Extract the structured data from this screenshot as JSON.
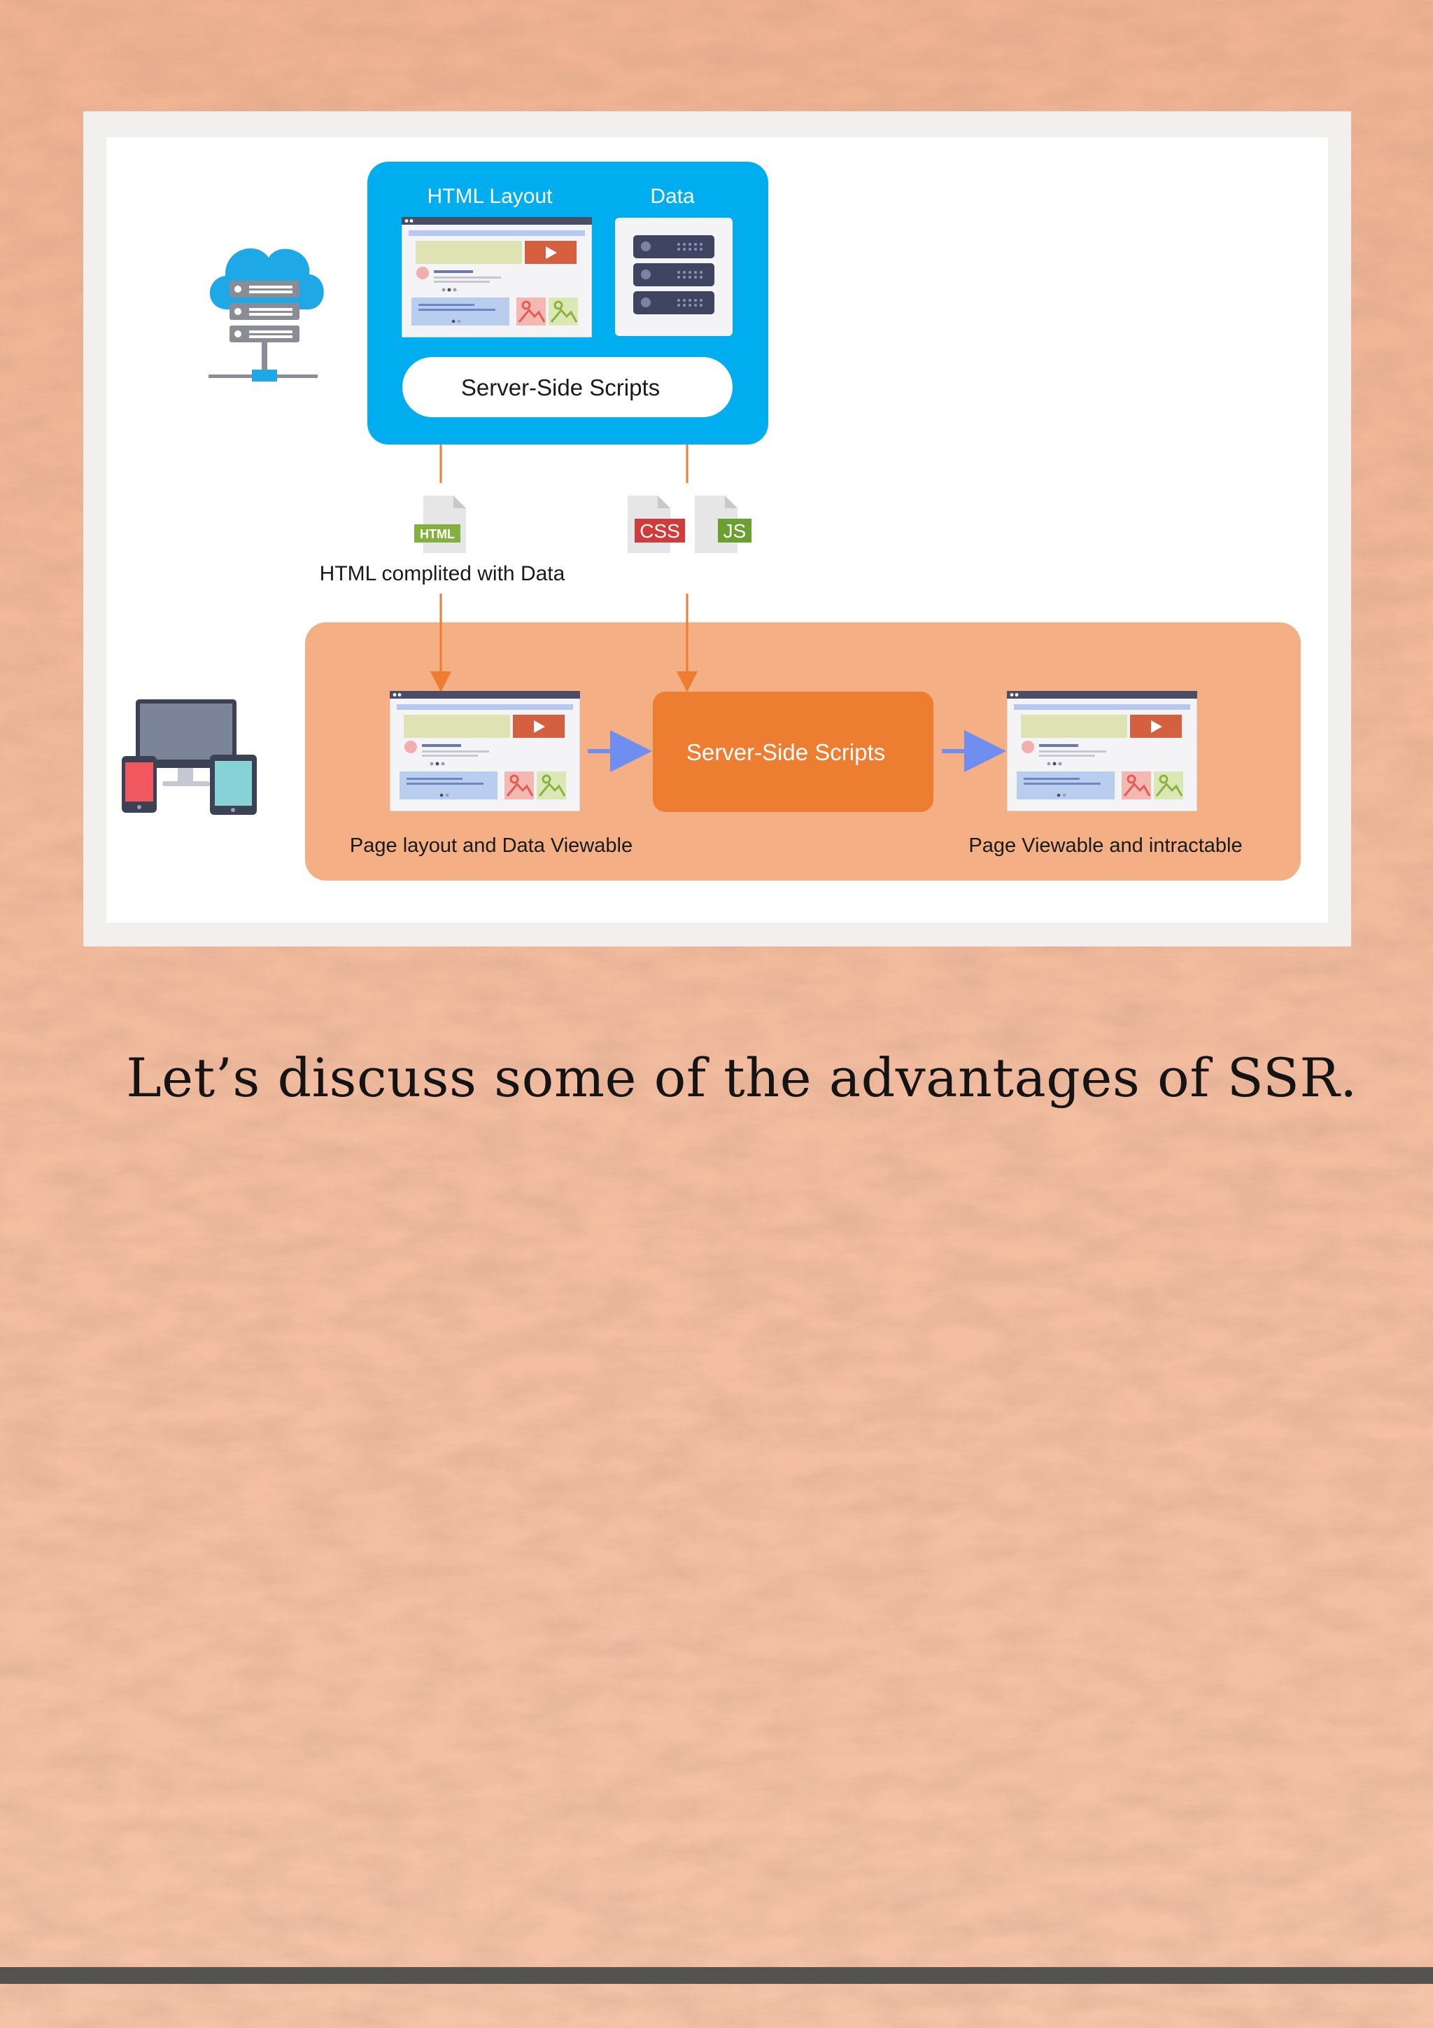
{
  "diagram": {
    "server_group": {
      "html_layout_label": "HTML Layout",
      "data_label": "Data",
      "scripts_label": "Server-Side Scripts"
    },
    "files": {
      "html_badge": "HTML",
      "css_badge": "CSS",
      "js_badge": "JS",
      "html_caption": "HTML complited with Data"
    },
    "client_group": {
      "left_page_caption": "Page layout and Data Viewable",
      "scripts_label": "Server-Side Scripts",
      "right_page_caption": "Page Viewable and intractable"
    },
    "colors": {
      "server_blue": "#00aeef",
      "client_orange_bg": "#f4b084",
      "script_orange": "#ed7d31",
      "arrow_orange": "#ee7d32",
      "arrow_blue": "#6f8ef0"
    },
    "icons": [
      "cloud-server-icon",
      "devices-icon",
      "browser-page-icon",
      "server-rack-icon",
      "file-icon"
    ]
  },
  "caption": "Let’s discuss some of the advantages of SSR."
}
